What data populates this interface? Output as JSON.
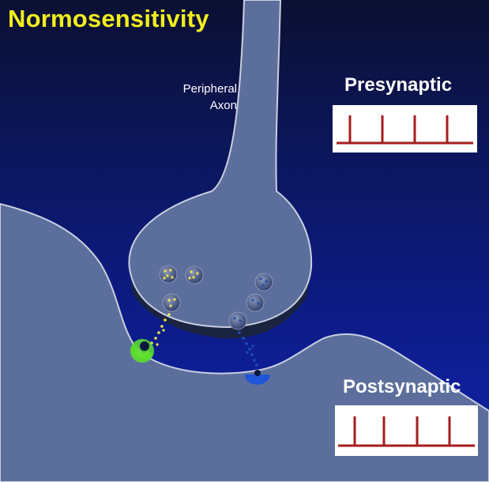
{
  "title": "Normosensitivity",
  "axon_label_line1": "Peripheral",
  "axon_label_line2": "Axon",
  "presynaptic": {
    "label": "Presynaptic",
    "spike_count": 4
  },
  "postsynaptic": {
    "label": "Postsynaptic",
    "spike_count": 4
  },
  "colors": {
    "background_top": "#0a0f38",
    "background_bottom": "#0d1fa0",
    "tissue": "#5c6f9c",
    "tissue_outline": "#c9cfe0",
    "terminal_rim": "#1a2440",
    "spike_trace": "#a51d1d",
    "title": "#f2ee1c",
    "neurotransmitter_yellow": "#f0e64a",
    "neurotransmitter_blue": "#1f4fbf",
    "receptor_green": "#5ee12e",
    "receptor_blue": "#1f56d8"
  }
}
